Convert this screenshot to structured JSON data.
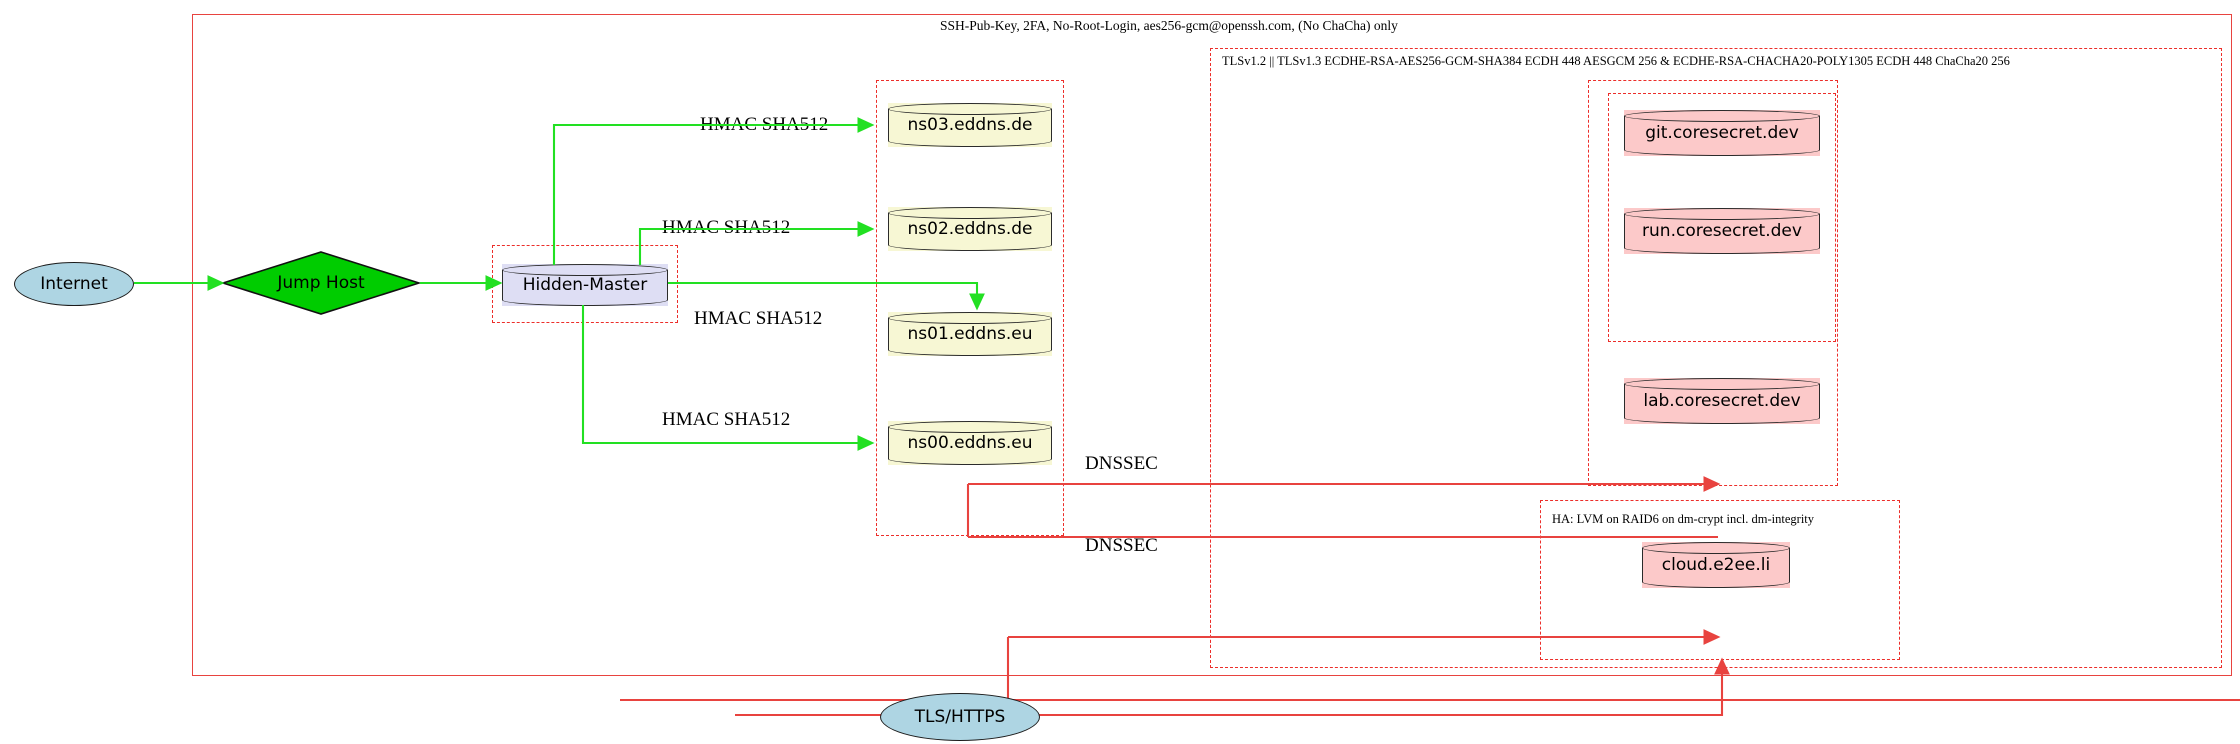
{
  "diagram": {
    "title_banner": "SSH-Pub-Key, 2FA, No-Root-Login, aes256-gcm@openssh.com, (No ChaCha) only",
    "tls_banner": "TLSv1.2 || TLSv1.3 ECDHE-RSA-AES256-GCM-SHA384 ECDH 448 AESGCM 256 & ECDHE-RSA-CHACHA20-POLY1305 ECDH 448 ChaCha20 256",
    "ha_banner": "HA: LVM on RAID6 on dm-crypt incl. dm-integrity"
  },
  "nodes": {
    "internet": "Internet",
    "jump_host": "Jump Host",
    "hidden_master": "Hidden-Master",
    "tls_https": "TLS/HTTPS",
    "ns03": "ns03.eddns.de",
    "ns02": "ns02.eddns.de",
    "ns01": "ns01.eddns.eu",
    "ns00": "ns00.eddns.eu",
    "git": "git.coresecret.dev",
    "run": "run.coresecret.dev",
    "lab": "lab.coresecret.dev",
    "cloud": "cloud.e2ee.li"
  },
  "edge_labels": {
    "hmac_ns03": "HMAC SHA512",
    "hmac_ns02": "HMAC SHA512",
    "hmac_ns01": "HMAC SHA512",
    "hmac_ns00": "HMAC SHA512",
    "dnssec_top": "DNSSEC",
    "dnssec_bottom": "DNSSEC"
  },
  "colors": {
    "frame_red": "#e8433f",
    "edge_green": "#22e022",
    "edge_red": "#e8433f",
    "internet_fill": "#aed5e3",
    "jump_host_fill": "#00cc00",
    "hidden_master_fill": "#dedef4",
    "nameserver_fill": "#f7f7d4",
    "service_fill": "#fcc9c9"
  }
}
